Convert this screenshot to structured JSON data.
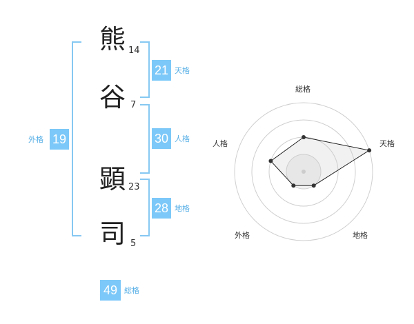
{
  "name": {
    "chars": [
      {
        "char": "熊",
        "strokes": "14"
      },
      {
        "char": "谷",
        "strokes": "7"
      },
      {
        "char": "顕",
        "strokes": "23"
      },
      {
        "char": "司",
        "strokes": "5"
      }
    ]
  },
  "fortunes": {
    "tenkaku": {
      "value": "21",
      "label": "天格"
    },
    "jinkaku": {
      "value": "30",
      "label": "人格"
    },
    "chikaku": {
      "value": "28",
      "label": "地格"
    },
    "gaikaku": {
      "value": "19",
      "label": "外格"
    },
    "soukaku": {
      "value": "49",
      "label": "総格"
    }
  },
  "colors": {
    "accent": "#7cc8f8",
    "bracket": "#86c8f2"
  },
  "chart_data": {
    "type": "radar",
    "axes": [
      "総格",
      "天格",
      "地格",
      "外格",
      "人格"
    ],
    "rings": 4,
    "values": [
      2,
      4,
      1,
      1,
      2
    ],
    "max": 4
  }
}
